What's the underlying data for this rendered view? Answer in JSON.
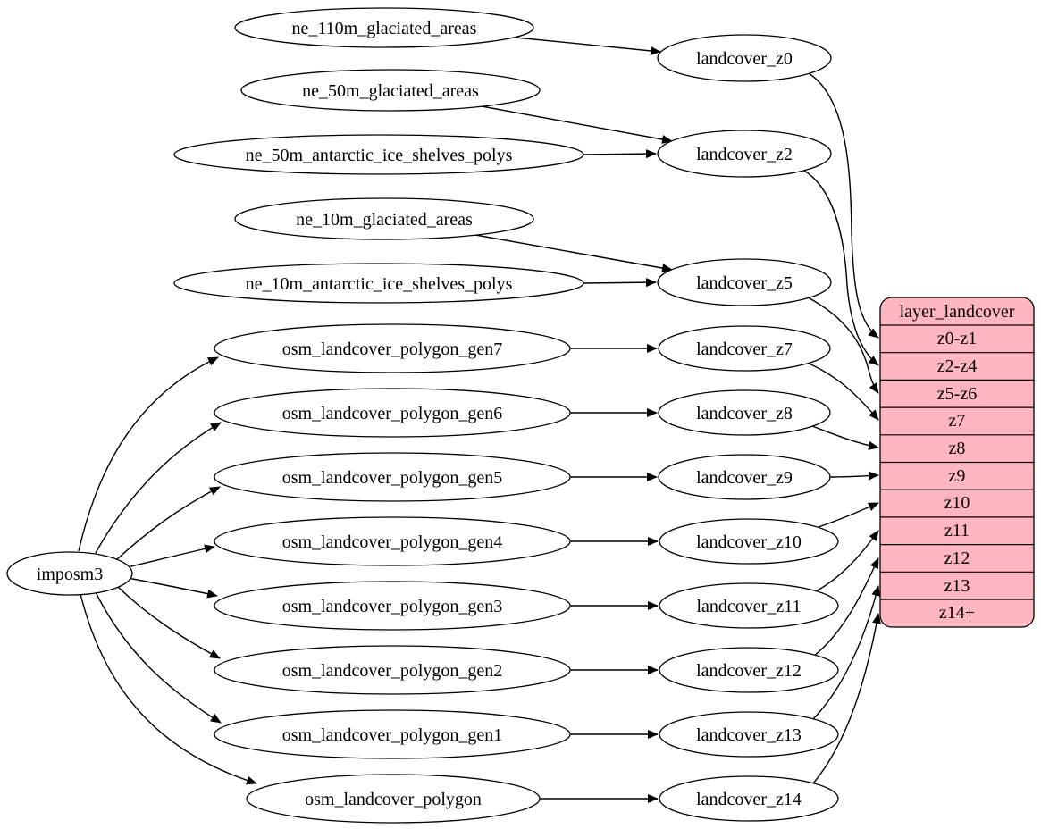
{
  "graph": {
    "root": {
      "label": "imposm3"
    },
    "sources": [
      {
        "label": "ne_110m_glaciated_areas"
      },
      {
        "label": "ne_50m_glaciated_areas"
      },
      {
        "label": "ne_50m_antarctic_ice_shelves_polys"
      },
      {
        "label": "ne_10m_glaciated_areas"
      },
      {
        "label": "ne_10m_antarctic_ice_shelves_polys"
      },
      {
        "label": "osm_landcover_polygon_gen7"
      },
      {
        "label": "osm_landcover_polygon_gen6"
      },
      {
        "label": "osm_landcover_polygon_gen5"
      },
      {
        "label": "osm_landcover_polygon_gen4"
      },
      {
        "label": "osm_landcover_polygon_gen3"
      },
      {
        "label": "osm_landcover_polygon_gen2"
      },
      {
        "label": "osm_landcover_polygon_gen1"
      },
      {
        "label": "osm_landcover_polygon"
      }
    ],
    "generalized": [
      {
        "label": "landcover_z0"
      },
      {
        "label": "landcover_z2"
      },
      {
        "label": "landcover_z5"
      },
      {
        "label": "landcover_z7"
      },
      {
        "label": "landcover_z8"
      },
      {
        "label": "landcover_z9"
      },
      {
        "label": "landcover_z10"
      },
      {
        "label": "landcover_z11"
      },
      {
        "label": "landcover_z12"
      },
      {
        "label": "landcover_z13"
      },
      {
        "label": "landcover_z14"
      }
    ],
    "layer_table": {
      "title": "layer_landcover",
      "rows": [
        "z0-z1",
        "z2-z4",
        "z5-z6",
        "z7",
        "z8",
        "z9",
        "z10",
        "z11",
        "z12",
        "z13",
        "z14+"
      ],
      "fill_color": "#ffb6c1",
      "stroke_color": "#000000"
    },
    "edges": [
      {
        "from": "ne_110m_glaciated_areas",
        "to": "landcover_z0"
      },
      {
        "from": "ne_50m_glaciated_areas",
        "to": "landcover_z2"
      },
      {
        "from": "ne_50m_antarctic_ice_shelves_polys",
        "to": "landcover_z2"
      },
      {
        "from": "ne_10m_glaciated_areas",
        "to": "landcover_z5"
      },
      {
        "from": "ne_10m_antarctic_ice_shelves_polys",
        "to": "landcover_z5"
      },
      {
        "from": "imposm3",
        "to": "osm_landcover_polygon_gen7"
      },
      {
        "from": "imposm3",
        "to": "osm_landcover_polygon_gen6"
      },
      {
        "from": "imposm3",
        "to": "osm_landcover_polygon_gen5"
      },
      {
        "from": "imposm3",
        "to": "osm_landcover_polygon_gen4"
      },
      {
        "from": "imposm3",
        "to": "osm_landcover_polygon_gen3"
      },
      {
        "from": "imposm3",
        "to": "osm_landcover_polygon_gen2"
      },
      {
        "from": "imposm3",
        "to": "osm_landcover_polygon_gen1"
      },
      {
        "from": "imposm3",
        "to": "osm_landcover_polygon"
      },
      {
        "from": "osm_landcover_polygon_gen7",
        "to": "landcover_z7"
      },
      {
        "from": "osm_landcover_polygon_gen6",
        "to": "landcover_z8"
      },
      {
        "from": "osm_landcover_polygon_gen5",
        "to": "landcover_z9"
      },
      {
        "from": "osm_landcover_polygon_gen4",
        "to": "landcover_z10"
      },
      {
        "from": "osm_landcover_polygon_gen3",
        "to": "landcover_z11"
      },
      {
        "from": "osm_landcover_polygon_gen2",
        "to": "landcover_z12"
      },
      {
        "from": "osm_landcover_polygon_gen1",
        "to": "landcover_z13"
      },
      {
        "from": "osm_landcover_polygon",
        "to": "landcover_z14"
      },
      {
        "from": "landcover_z0",
        "to": "layer_landcover:z0-z1"
      },
      {
        "from": "landcover_z2",
        "to": "layer_landcover:z2-z4"
      },
      {
        "from": "landcover_z5",
        "to": "layer_landcover:z5-z6"
      },
      {
        "from": "landcover_z7",
        "to": "layer_landcover:z7"
      },
      {
        "from": "landcover_z8",
        "to": "layer_landcover:z8"
      },
      {
        "from": "landcover_z9",
        "to": "layer_landcover:z9"
      },
      {
        "from": "landcover_z10",
        "to": "layer_landcover:z10"
      },
      {
        "from": "landcover_z11",
        "to": "layer_landcover:z11"
      },
      {
        "from": "landcover_z12",
        "to": "layer_landcover:z12"
      },
      {
        "from": "landcover_z13",
        "to": "layer_landcover:z13"
      },
      {
        "from": "landcover_z14",
        "to": "layer_landcover:z14+"
      }
    ]
  }
}
